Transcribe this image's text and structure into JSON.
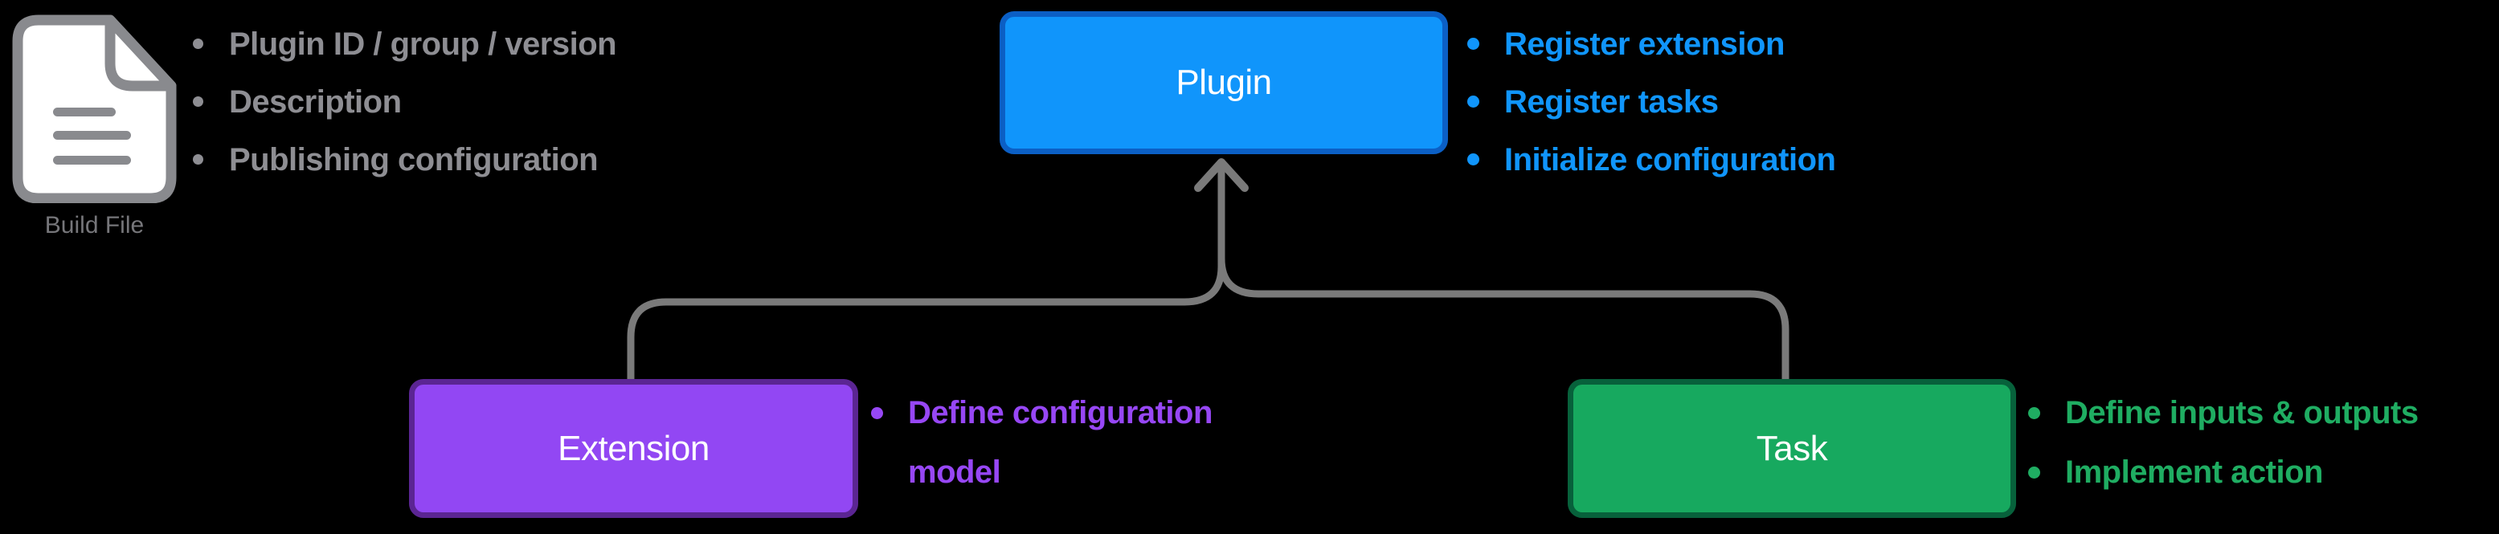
{
  "build_file": {
    "icon": "document-icon",
    "label": "Build File",
    "label_color": "#76767A",
    "icon_color": "#898A8E",
    "bullets": [
      "Plugin ID / group / version",
      "Description",
      "Publishing configuration"
    ],
    "bullet_color": "#8E8E93"
  },
  "plugin": {
    "label": "Plugin",
    "fill": "#1095FB",
    "border": "#0B5FC5",
    "bullets": [
      "Register extension",
      "Register tasks",
      "Initialize configuration"
    ],
    "bullet_color": "#1095FB"
  },
  "extension": {
    "label": "Extension",
    "fill": "#9247F3",
    "border": "#5B2593",
    "bullets": [
      "Define configuration model"
    ],
    "bullet_color": "#9747F5"
  },
  "task": {
    "label": "Task",
    "fill": "#17A95F",
    "border": "#07613B",
    "bullets": [
      "Define inputs & outputs",
      "Implement action"
    ],
    "bullet_color": "#1FAD62"
  },
  "connector_color": "#7A7A7A",
  "background_color": "#000000"
}
